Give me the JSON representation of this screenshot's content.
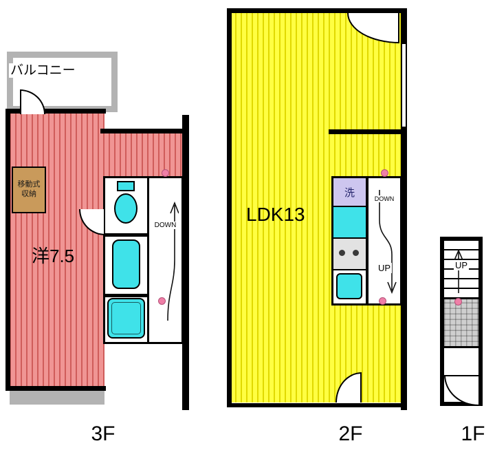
{
  "floors": {
    "f3": {
      "label": "3F",
      "balcony": "バルコニー",
      "room": "洋7.5",
      "storage_line1": "移動式",
      "storage_line2": "収納",
      "stairs_down": "DOWN"
    },
    "f2": {
      "label": "2F",
      "room": "LDK13",
      "washer": "洗",
      "stairs_down": "DOWN",
      "stairs_up": "UP"
    },
    "f1": {
      "label": "1F",
      "stairs_up": "UP"
    }
  },
  "colors": {
    "floor_pink": "#f09594",
    "stripe_pink": "#cf5c5a",
    "floor_yellow": "#ffff42",
    "stripe_yellow": "#e0d900",
    "fixture_cyan": "#3fe2e9",
    "washer_lavender": "#cdc6ef",
    "storage_tan": "#c99a5b",
    "balcony_gray": "#b3b3b3",
    "stair_dot_pink": "#ef7fa7",
    "wall_black": "#000000"
  }
}
